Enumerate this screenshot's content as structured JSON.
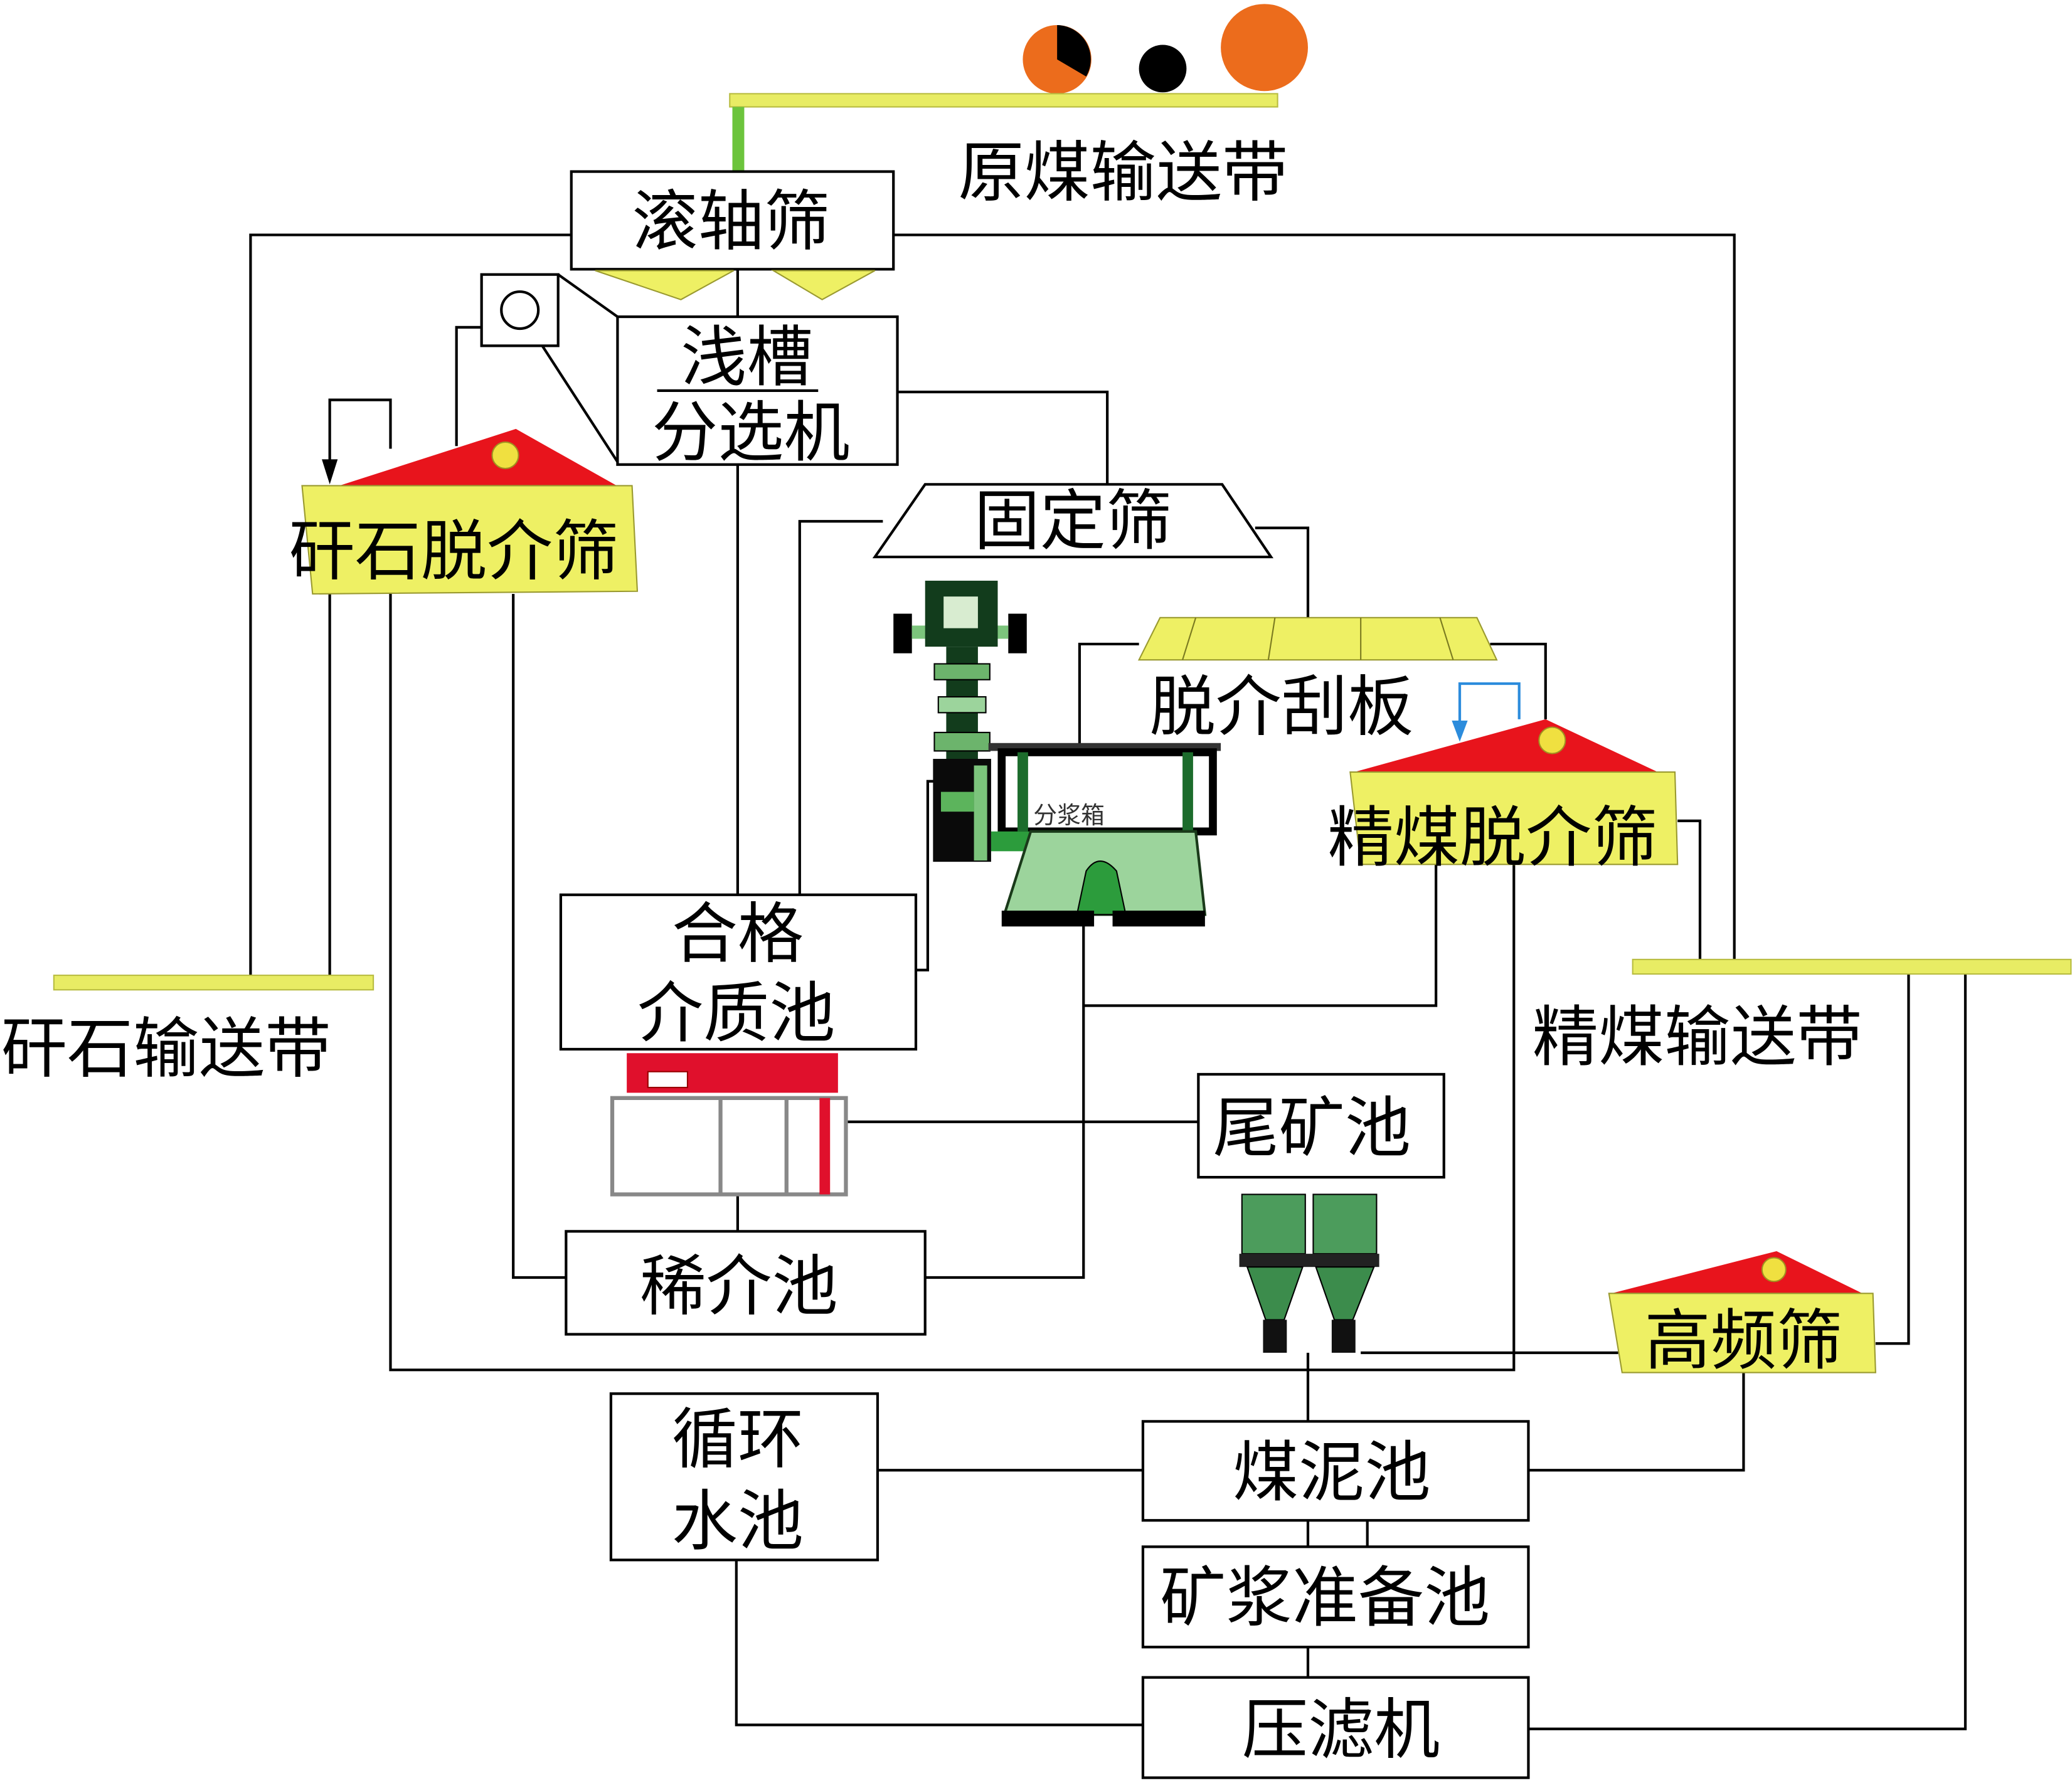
{
  "labels": {
    "raw_coal_conveyor": "原煤输送带",
    "roller_screen": "滚轴筛",
    "shallow_trough_1": "浅槽",
    "shallow_trough_2": "分选机",
    "gangue_screen": "矸石脱介筛",
    "fixed_screen": "固定筛",
    "scraper": "脱介刮板",
    "clean_coal_screen": "精煤脱介筛",
    "distributor": "分浆箱",
    "qualified_medium_1": "合格",
    "qualified_medium_2": "介质池",
    "tailings_pool": "尾矿池",
    "dilute_medium_pool": "稀介池",
    "gangue_conveyor": "矸石输送带",
    "clean_coal_conveyor": "精煤输送带",
    "high_freq_screen": "高频筛",
    "circulating_water_1": "循环",
    "circulating_water_2": "水池",
    "slime_pool": "煤泥池",
    "slurry_prep_pool": "矿浆准备池",
    "filter_press": "压滤机"
  },
  "colors": {
    "conveyor": "#e8ec64",
    "screen_top": "#e8141c",
    "coal_orange": "#ec6c1c",
    "equipment_green": "#1c5c2c",
    "medium_pool_red": "#e0102c",
    "loop_arrow": "#2c8cdc"
  }
}
